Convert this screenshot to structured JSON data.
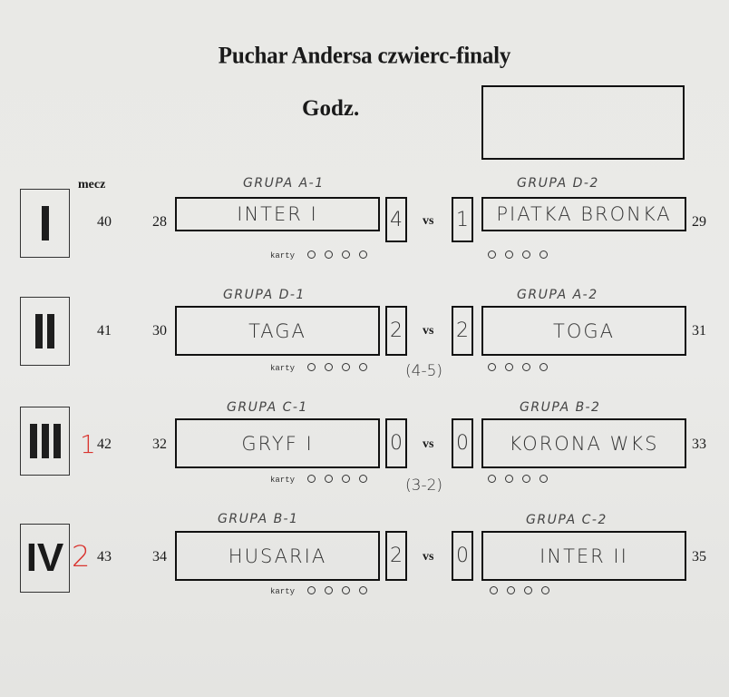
{
  "header": {
    "title": "Puchar Andersa czwierc-finaly",
    "time_label": "Godz.",
    "time_value": ""
  },
  "mecz_label": "mecz",
  "vs_label": "vs",
  "karty_label": "karty",
  "annotation_color": "#d9342f",
  "matches": [
    {
      "roman": "I",
      "red_mark": "",
      "match_number": "40",
      "home": {
        "seed": "28",
        "group": "GRUPA A-1",
        "team": "INTER I",
        "score": "4"
      },
      "away": {
        "seed": "29",
        "group": "GRUPA D-2",
        "team": "PIATKA BRONKA",
        "score": "1"
      },
      "penalties": ""
    },
    {
      "roman": "II",
      "red_mark": "",
      "match_number": "41",
      "home": {
        "seed": "30",
        "group": "GRUPA D-1",
        "team": "TAGA",
        "score": "2"
      },
      "away": {
        "seed": "31",
        "group": "GRUPA A-2",
        "team": "TOGA",
        "score": "2"
      },
      "penalties": "(4-5)"
    },
    {
      "roman": "III",
      "red_mark": "1",
      "match_number": "42",
      "home": {
        "seed": "32",
        "group": "GRUPA C-1",
        "team": "GRYF I",
        "score": "0"
      },
      "away": {
        "seed": "33",
        "group": "GRUPA B-2",
        "team": "KORONA WKS",
        "score": "0"
      },
      "penalties": "(3-2)"
    },
    {
      "roman": "IV",
      "red_mark": "2",
      "match_number": "43",
      "home": {
        "seed": "34",
        "group": "GRUPA B-1",
        "team": "HUSARIA",
        "score": "2"
      },
      "away": {
        "seed": "35",
        "group": "GRUPA C-2",
        "team": "INTER II",
        "score": "0"
      },
      "penalties": ""
    }
  ]
}
